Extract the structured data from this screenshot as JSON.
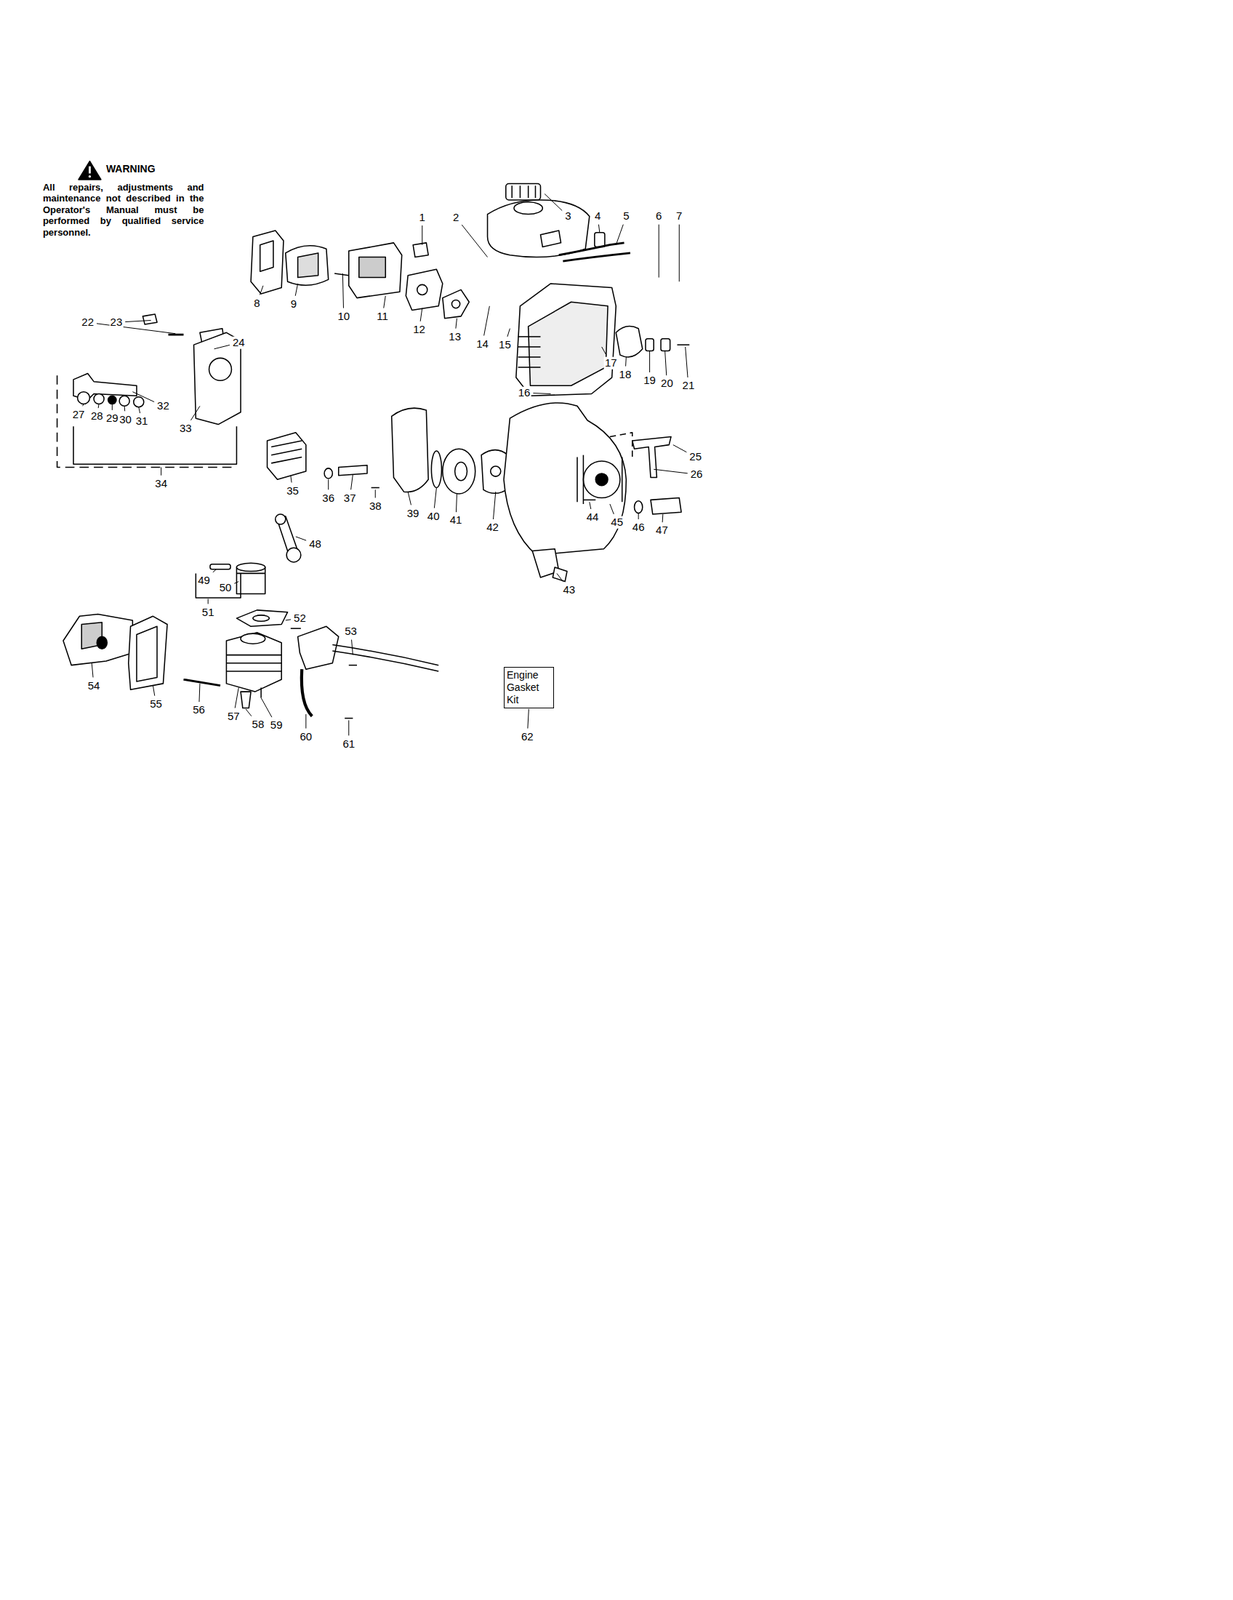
{
  "diagram": {
    "nodes": [
      {
        "text": [
          "Engine Gasket Kit"
        ]
      }
    ],
    "labels": [
      "WARNING",
      "All repairs, adjustments and maintenance not described in the Operator's Manual must be performed by qualified service personnel.",
      "1",
      "2",
      "3",
      "4",
      "5",
      "6",
      "7",
      "8",
      "9",
      "10",
      "11",
      "12",
      "13",
      "14",
      "15",
      "16",
      "17",
      "18",
      "19",
      "20",
      "21",
      "22",
      "23",
      "24",
      "25",
      "26",
      "27",
      "28",
      "29",
      "30",
      "31",
      "32",
      "33",
      "34",
      "35",
      "36",
      "37",
      "38",
      "39",
      "40",
      "41",
      "42",
      "43",
      "44",
      "45",
      "46",
      "47",
      "48",
      "49",
      "50",
      "51",
      "52",
      "53",
      "54",
      "55",
      "56",
      "57",
      "58",
      "59",
      "60",
      "61",
      "62"
    ]
  }
}
